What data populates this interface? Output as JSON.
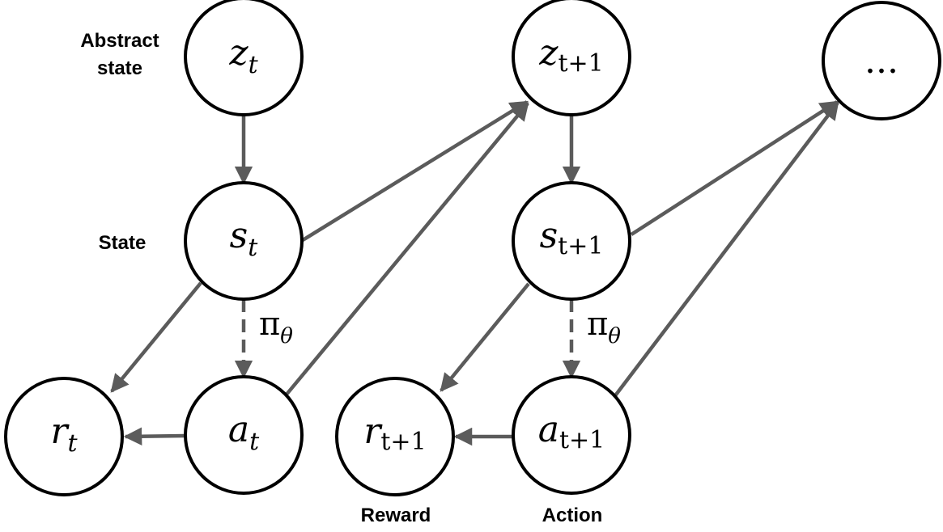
{
  "colors": {
    "edge": "#5b5b5b",
    "node_stroke": "#000000",
    "background": "#ffffff"
  },
  "labels": {
    "abstract_state_line1": "Abstract",
    "abstract_state_line2": "state",
    "state": "State",
    "reward": "Reward",
    "action": "Action"
  },
  "nodes": {
    "z_t": {
      "main": "z",
      "sub": "t"
    },
    "z_t1": {
      "main": "z",
      "sub": "t+1"
    },
    "ellipsis": {
      "text": "..."
    },
    "s_t": {
      "main": "s",
      "sub": "t"
    },
    "s_t1": {
      "main": "s",
      "sub": "t+1"
    },
    "r_t": {
      "main": "r",
      "sub": "t"
    },
    "a_t": {
      "main": "a",
      "sub": "t"
    },
    "r_t1": {
      "main": "r",
      "sub": "t+1"
    },
    "a_t1": {
      "main": "a",
      "sub": "t+1"
    }
  },
  "policy": {
    "symbol": "π",
    "sub": "θ"
  },
  "edges": [
    {
      "from": "z_t",
      "to": "s_t",
      "style": "solid"
    },
    {
      "from": "s_t",
      "to": "z_t1",
      "style": "solid"
    },
    {
      "from": "a_t",
      "to": "z_t1",
      "style": "solid"
    },
    {
      "from": "s_t",
      "to": "r_t",
      "style": "solid"
    },
    {
      "from": "s_t",
      "to": "a_t",
      "style": "dashed",
      "label": "policy"
    },
    {
      "from": "a_t",
      "to": "r_t",
      "style": "solid"
    },
    {
      "from": "z_t1",
      "to": "s_t1",
      "style": "solid"
    },
    {
      "from": "s_t1",
      "to": "ellipsis",
      "style": "solid"
    },
    {
      "from": "a_t1",
      "to": "ellipsis",
      "style": "solid"
    },
    {
      "from": "s_t1",
      "to": "r_t1",
      "style": "solid"
    },
    {
      "from": "s_t1",
      "to": "a_t1",
      "style": "dashed",
      "label": "policy"
    },
    {
      "from": "a_t1",
      "to": "r_t1",
      "style": "solid"
    }
  ]
}
